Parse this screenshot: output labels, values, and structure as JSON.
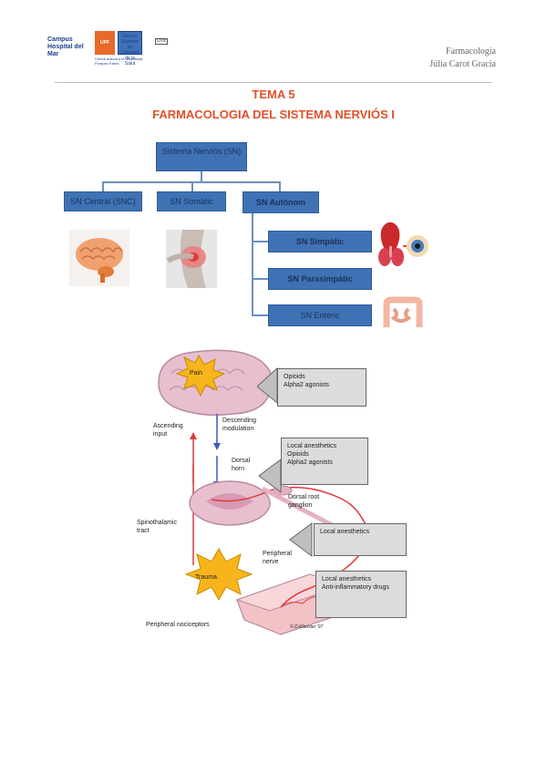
{
  "header": {
    "logo_hospital": "Campus Hospital del Mar",
    "logo_upf": "UPF",
    "logo_box_text": "Escola Superior de Ciències de la Salut",
    "logo_sub": "Centre adscrit a la Universitat Pompeu Fabra",
    "logo_third": "UVic",
    "subject": "Farmacologia",
    "author": "Júlia Carot Gracia"
  },
  "titles": {
    "tema": "TEMA 5",
    "main": "FARMACOLOGIA DEL SISTEMA NERVIÓS I"
  },
  "diagram1": {
    "root": "Sistema Nerviós (SN)",
    "central": "SN Central (SNC)",
    "somatic": "SN Somàtic",
    "autonom": "SN Autònom",
    "simpatic": "SN Simpàtic",
    "parasimpatic": "SN Parasimpàtic",
    "enteric": "SN Entèric"
  },
  "diagram2": {
    "pain": "Pain",
    "trauma": "Trauma",
    "ascending": "Ascending input",
    "descending": "Descending modulation",
    "dorsal_horn": "Dorsal horn",
    "drg": "Dorsal root ganglion",
    "spinothalamic": "Spinothalamic tract",
    "peripheral_nerve": "Peripheral nerve",
    "nociceptors": "Peripheral nociceptors",
    "copyright": "© D.Klooster '97",
    "callout1_l1": "Opioids",
    "callout1_l2": "Alpha2 agonists",
    "callout2_l1": "Local anesthetics",
    "callout2_l2": "Opioids",
    "callout2_l3": "Alpha2 agonists",
    "callout3_l1": "Local anesthetics",
    "callout4_l1": "Local anesthetics",
    "callout4_l2": "Anti-inflammatory drugs"
  },
  "colors": {
    "title": "#e0512a",
    "box": "#3f72b5",
    "logo_blue": "#1d3f8e",
    "logo_orange": "#e8692a"
  }
}
